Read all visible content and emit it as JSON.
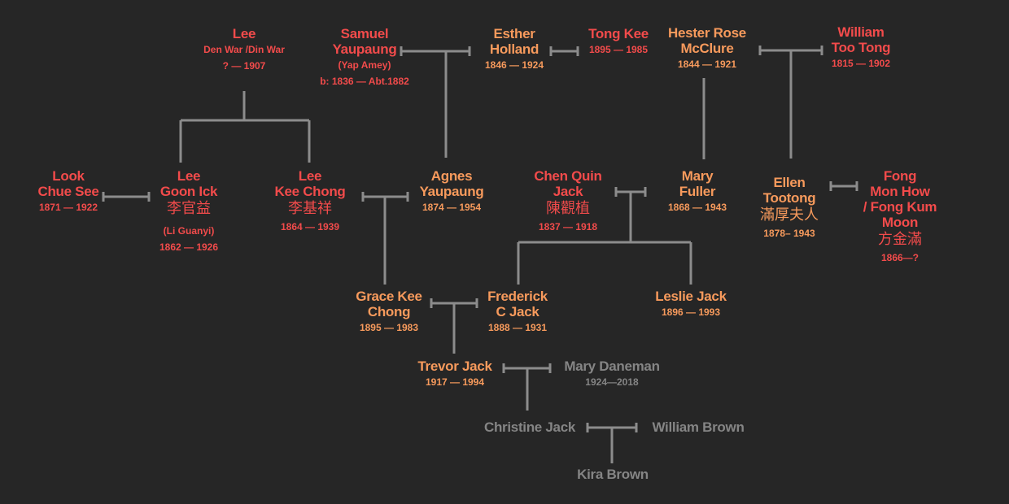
{
  "colors": {
    "background": "#262626",
    "red": "#f24b4b",
    "orange": "#f79a5c",
    "grey": "#858585",
    "line": "#8c8c8c"
  },
  "people": {
    "lee_den_war": {
      "tone": "red",
      "lines": [
        [
          "n",
          "Lee"
        ],
        [
          "s",
          "Den War /Din War"
        ],
        [
          "d",
          "? — 1907"
        ]
      ]
    },
    "samuel_yaupaung": {
      "tone": "red",
      "lines": [
        [
          "n",
          "Samuel"
        ],
        [
          "n",
          "Yaupaung"
        ],
        [
          "d",
          "(Yap Amey)"
        ],
        [
          "d",
          "b: 1836 — Abt.1882"
        ]
      ]
    },
    "esther_holland": {
      "tone": "orange",
      "lines": [
        [
          "n",
          "Esther"
        ],
        [
          "n",
          "Holland"
        ],
        [
          "d",
          "1846 — 1924"
        ]
      ]
    },
    "tong_kee": {
      "tone": "red",
      "lines": [
        [
          "n",
          "Tong Kee"
        ],
        [
          "d",
          "1895 — 1985"
        ]
      ]
    },
    "hester_rose_mcclure": {
      "tone": "orange",
      "lines": [
        [
          "n",
          "Hester Rose"
        ],
        [
          "n",
          "McClure"
        ],
        [
          "d",
          "1844 — 1921"
        ]
      ]
    },
    "william_too_tong": {
      "tone": "red",
      "lines": [
        [
          "n",
          "William"
        ],
        [
          "n",
          "Too Tong"
        ],
        [
          "d",
          "1815 — 1902"
        ]
      ]
    },
    "look_chue_see": {
      "tone": "red",
      "lines": [
        [
          "n",
          "Look"
        ],
        [
          "n",
          "Chue See"
        ],
        [
          "d",
          "1871 — 1922"
        ]
      ]
    },
    "lee_goon_ick": {
      "tone": "red",
      "lines": [
        [
          "n",
          "Lee"
        ],
        [
          "n",
          "Goon Ick"
        ],
        [
          "c",
          "李官益"
        ],
        [
          "dg",
          "(Li Guanyi)"
        ],
        [
          "d",
          "1862 — 1926"
        ]
      ]
    },
    "lee_kee_chong": {
      "tone": "red",
      "lines": [
        [
          "n",
          "Lee"
        ],
        [
          "n",
          "Kee Chong"
        ],
        [
          "c",
          "李基祥"
        ],
        [
          "d",
          "1864 — 1939"
        ]
      ]
    },
    "agnes_yaupaung": {
      "tone": "orange",
      "lines": [
        [
          "n",
          "Agnes"
        ],
        [
          "n",
          "Yaupaung"
        ],
        [
          "d",
          "1874 — 1954"
        ]
      ]
    },
    "chen_quin_jack": {
      "tone": "red",
      "lines": [
        [
          "n",
          "Chen Quin"
        ],
        [
          "n",
          "Jack"
        ],
        [
          "c",
          "陳觀植"
        ],
        [
          "d",
          "1837 — 1918"
        ]
      ]
    },
    "mary_fuller": {
      "tone": "orange",
      "lines": [
        [
          "n",
          "Mary"
        ],
        [
          "n",
          "Fuller"
        ],
        [
          "d",
          "1868 — 1943"
        ]
      ]
    },
    "ellen_tootong": {
      "tone": "orange",
      "lines": [
        [
          "n",
          "Ellen"
        ],
        [
          "n",
          "Tootong"
        ],
        [
          "c",
          "滿厚夫人"
        ],
        [
          "d",
          "1878– 1943"
        ]
      ]
    },
    "fong_mon_how": {
      "tone": "red",
      "lines": [
        [
          "n",
          "Fong"
        ],
        [
          "n",
          "Mon How"
        ],
        [
          "n",
          "/ Fong Kum"
        ],
        [
          "n",
          "Moon"
        ],
        [
          "c",
          "方金滿"
        ],
        [
          "d",
          "1866—?"
        ]
      ]
    },
    "grace_kee_chong": {
      "tone": "orange",
      "lines": [
        [
          "n",
          "Grace Kee"
        ],
        [
          "n",
          "Chong"
        ],
        [
          "d",
          "1895 — 1983"
        ]
      ]
    },
    "frederick_c_jack": {
      "tone": "orange",
      "lines": [
        [
          "n",
          "Frederick"
        ],
        [
          "n",
          "C Jack"
        ],
        [
          "d",
          "1888 — 1931"
        ]
      ]
    },
    "leslie_jack": {
      "tone": "orange",
      "lines": [
        [
          "n",
          "Leslie Jack"
        ],
        [
          "d",
          "1896 — 1993"
        ]
      ]
    },
    "trevor_jack": {
      "tone": "orange",
      "lines": [
        [
          "n",
          "Trevor Jack"
        ],
        [
          "d",
          "1917 — 1994"
        ]
      ]
    },
    "mary_daneman": {
      "tone": "grey",
      "lines": [
        [
          "n",
          "Mary Daneman"
        ],
        [
          "d",
          "1924—2018"
        ]
      ]
    },
    "christine_jack": {
      "tone": "grey",
      "lines": [
        [
          "n",
          "Christine Jack"
        ]
      ]
    },
    "william_brown": {
      "tone": "grey",
      "lines": [
        [
          "n",
          "William Brown"
        ]
      ]
    },
    "kira_brown": {
      "tone": "grey",
      "lines": [
        [
          "n",
          "Kira Brown"
        ]
      ]
    }
  }
}
